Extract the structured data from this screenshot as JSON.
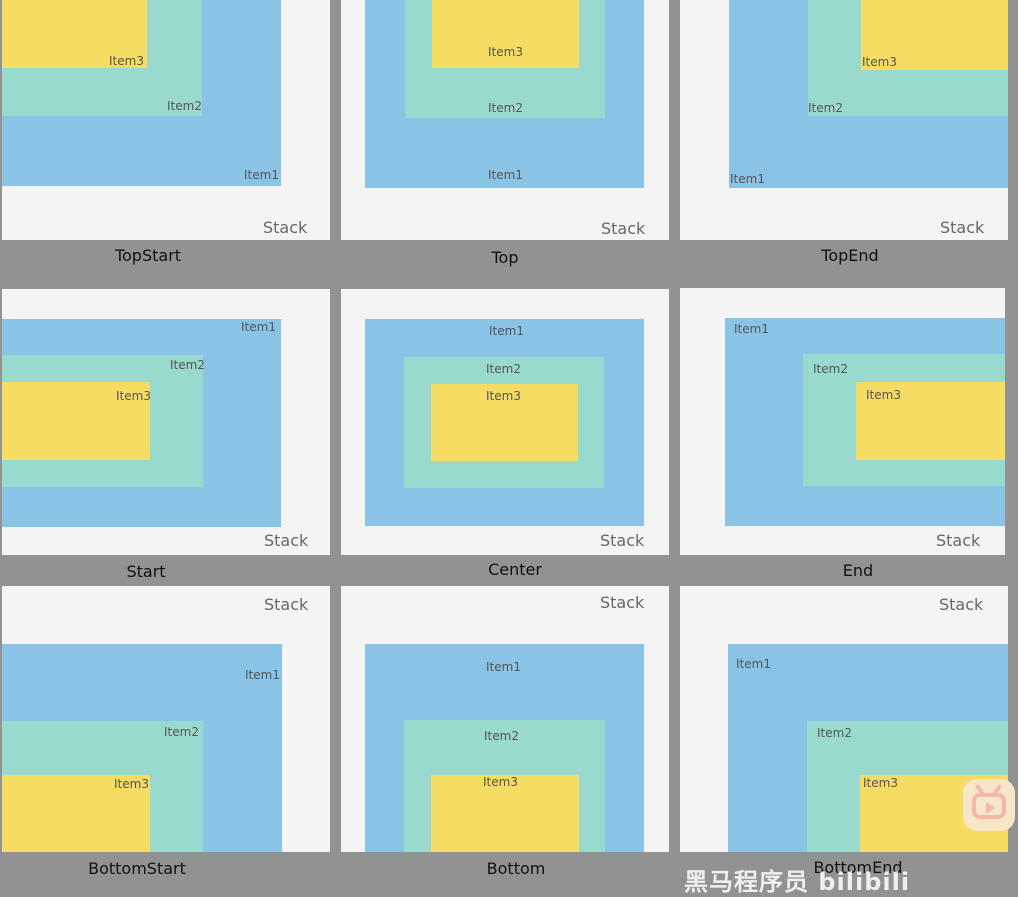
{
  "stack_label": "Stack",
  "item1_label": "Item1",
  "item2_label": "Item2",
  "item3_label": "Item3",
  "panels": [
    {
      "caption": "TopStart"
    },
    {
      "caption": "Top"
    },
    {
      "caption": "TopEnd"
    },
    {
      "caption": "Start"
    },
    {
      "caption": "Center"
    },
    {
      "caption": "End"
    },
    {
      "caption": "BottomStart"
    },
    {
      "caption": "Bottom"
    },
    {
      "caption": "BottomEnd"
    }
  ],
  "watermark": "黑马程序员 bilibili",
  "colors": {
    "background": "#929292",
    "panel": "#f4f4f5",
    "item1": "#89c4e7",
    "item2": "#98dace",
    "item3": "#f7dc63"
  },
  "logo_icon": "bilibili-tv-icon"
}
